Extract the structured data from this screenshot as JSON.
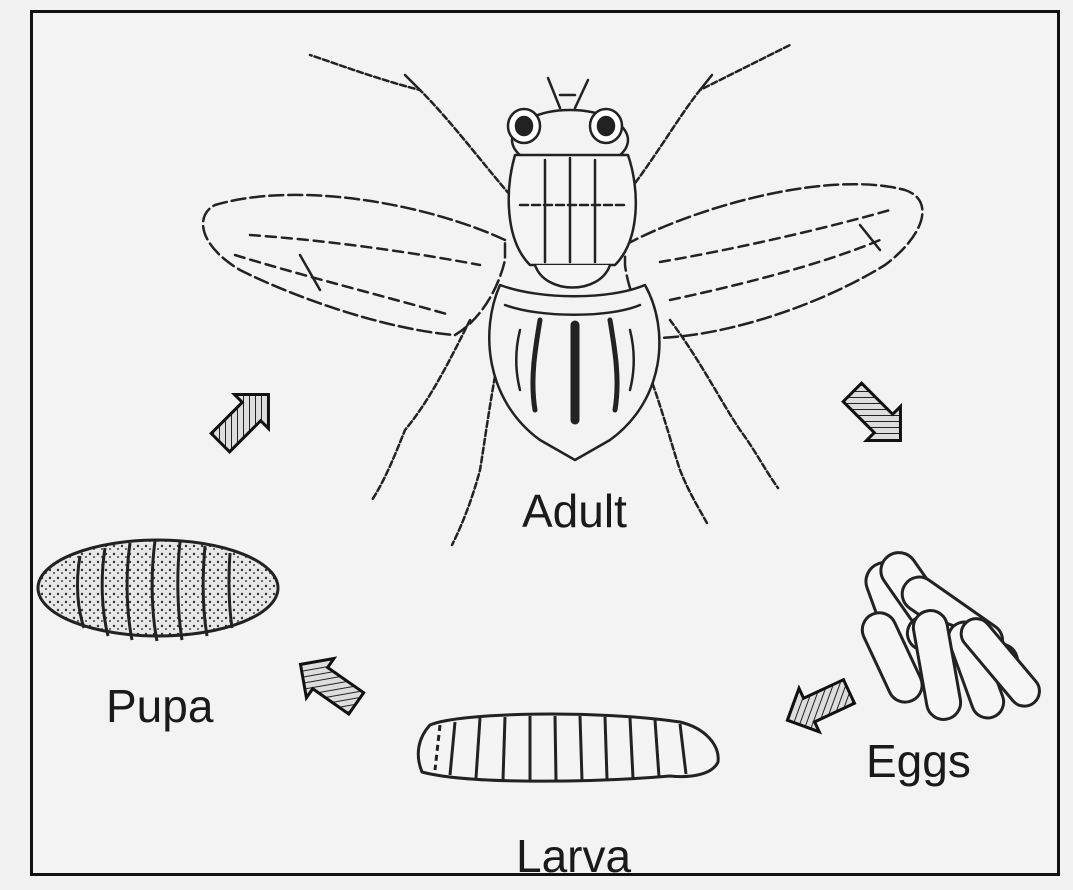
{
  "labels": {
    "adult": "Adult",
    "eggs": "Eggs",
    "larva": "Larva",
    "pupa": "Pupa"
  }
}
